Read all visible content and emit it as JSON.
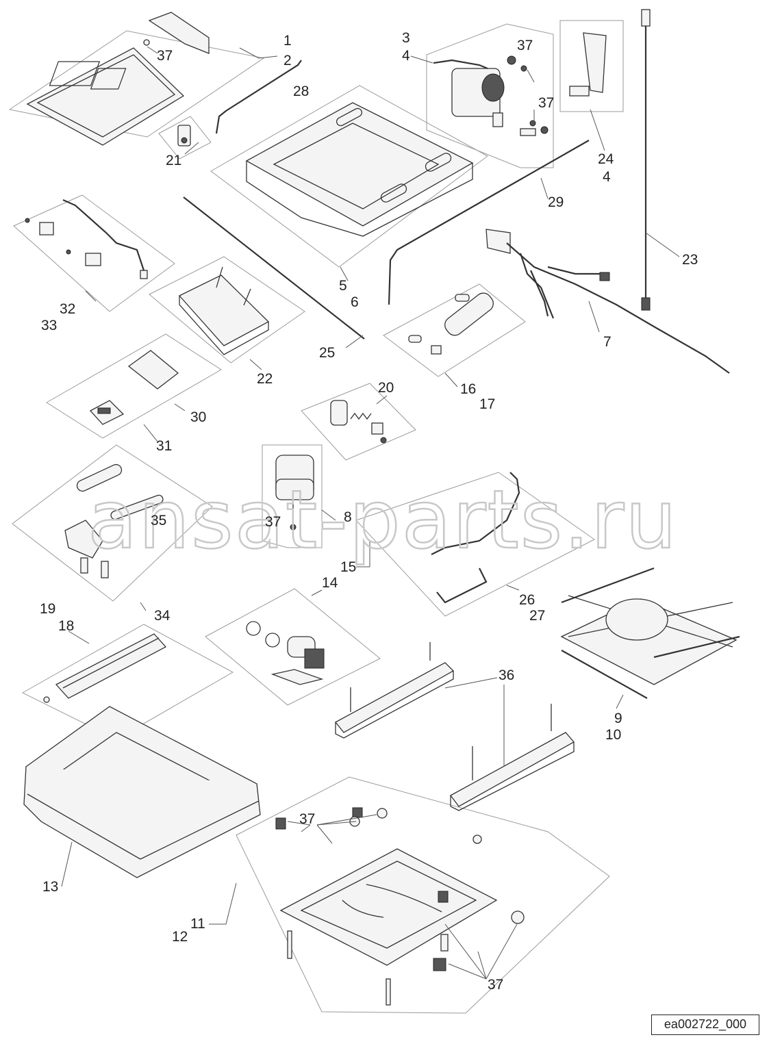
{
  "diagram": {
    "watermark": "ansat-parts.ru",
    "drawing_number": "ea002722_000",
    "callouts": {
      "c1": "1",
      "c2": "2",
      "c3": "3",
      "c4a": "4",
      "c4b": "4",
      "c5": "5",
      "c6": "6",
      "c7": "7",
      "c8": "8",
      "c9": "9",
      "c10": "10",
      "c11": "11",
      "c12": "12",
      "c13": "13",
      "c14": "14",
      "c15": "15",
      "c16": "16",
      "c17": "17",
      "c18": "18",
      "c19": "19",
      "c20": "20",
      "c21": "21",
      "c22": "22",
      "c23": "23",
      "c24": "24",
      "c25": "25",
      "c26": "26",
      "c27": "27",
      "c28": "28",
      "c29": "29",
      "c30": "30",
      "c31": "31",
      "c32": "32",
      "c33": "33",
      "c34": "34",
      "c35": "35",
      "c36": "36",
      "c37a": "37",
      "c37b": "37",
      "c37c": "37",
      "c37d": "37",
      "c37e": "37",
      "c37f": "37"
    }
  }
}
